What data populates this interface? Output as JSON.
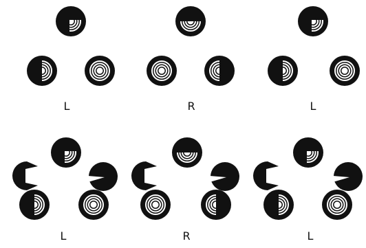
{
  "figure": {
    "background": "#ffffff",
    "ink": "#111111",
    "paper": "#ffffff",
    "top_row": {
      "panels": [
        {
          "label": "L",
          "stimuli": [
            {
              "kind": "disc",
              "role": "top",
              "half": "bottom-right"
            },
            {
              "kind": "disc",
              "role": "left",
              "half": "right"
            },
            {
              "kind": "disc",
              "role": "right",
              "half": "full"
            }
          ]
        },
        {
          "label": "R",
          "stimuli": [
            {
              "kind": "disc",
              "role": "top",
              "half": "bottom"
            },
            {
              "kind": "disc",
              "role": "left",
              "half": "full"
            },
            {
              "kind": "disc",
              "role": "right",
              "half": "left"
            }
          ]
        },
        {
          "label": "L",
          "stimuli": [
            {
              "kind": "disc",
              "role": "top",
              "half": "bottom-right"
            },
            {
              "kind": "disc",
              "role": "left",
              "half": "right"
            },
            {
              "kind": "disc",
              "role": "right",
              "half": "full"
            }
          ]
        }
      ]
    },
    "bottom_row": {
      "panels": [
        {
          "label": "L",
          "stimuli": [
            {
              "kind": "disc",
              "role": "top",
              "half": "bottom-right"
            },
            {
              "kind": "pacman",
              "role": "left-notch",
              "mouth": "right"
            },
            {
              "kind": "wedge",
              "role": "right-wedge",
              "notch": "left"
            },
            {
              "kind": "disc",
              "role": "left",
              "half": "right"
            },
            {
              "kind": "disc",
              "role": "right",
              "half": "full"
            }
          ]
        },
        {
          "label": "R",
          "stimuli": [
            {
              "kind": "disc",
              "role": "top",
              "half": "bottom"
            },
            {
              "kind": "pacman",
              "role": "left-notch",
              "mouth": "right"
            },
            {
              "kind": "wedge",
              "role": "right-wedge",
              "notch": "left"
            },
            {
              "kind": "disc",
              "role": "left",
              "half": "full"
            },
            {
              "kind": "disc",
              "role": "right",
              "half": "left"
            }
          ]
        },
        {
          "label": "L",
          "stimuli": [
            {
              "kind": "disc",
              "role": "top",
              "half": "bottom-right"
            },
            {
              "kind": "pacman",
              "role": "left-notch",
              "mouth": "right"
            },
            {
              "kind": "wedge",
              "role": "right-wedge",
              "notch": "left"
            },
            {
              "kind": "disc",
              "role": "left",
              "half": "right"
            },
            {
              "kind": "disc",
              "role": "right",
              "half": "full"
            }
          ]
        }
      ]
    }
  }
}
